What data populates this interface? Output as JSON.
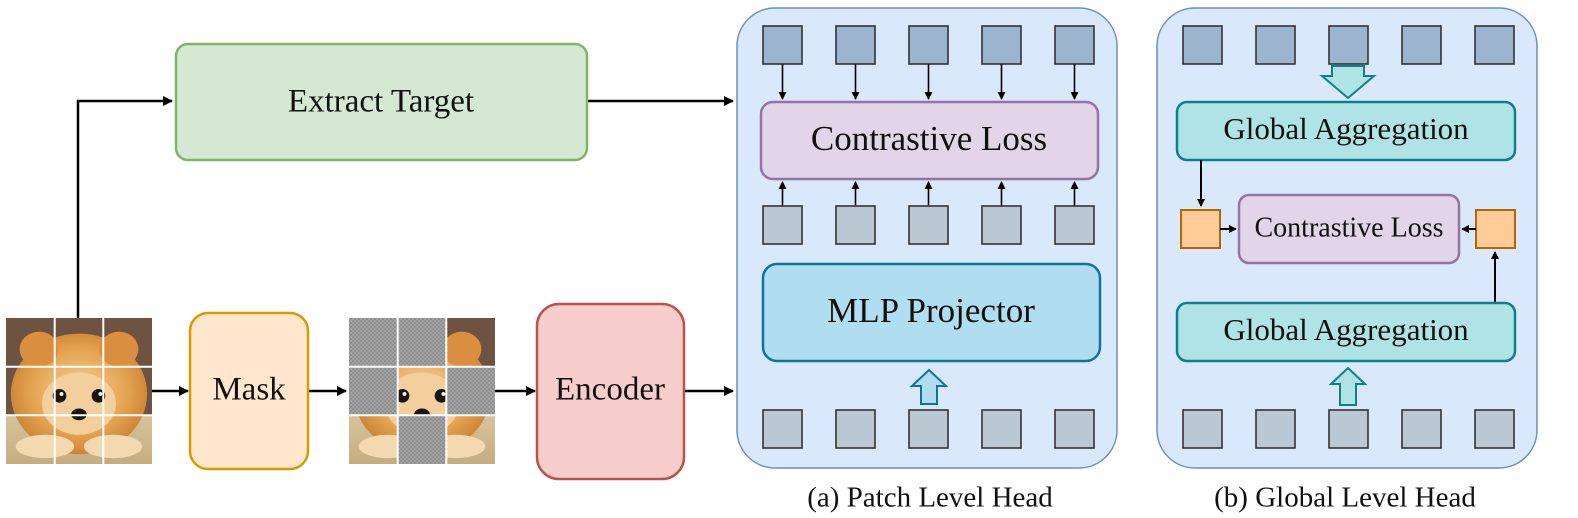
{
  "boxes": {
    "extract_target": "Extract Target",
    "mask": "Mask",
    "encoder": "Encoder",
    "patch_contrastive_loss": "Contrastive Loss",
    "mlp_projector": "MLP Projector",
    "global_aggregation_top": "Global Aggregation",
    "global_contrastive_loss": "Contrastive Loss",
    "global_aggregation_bottom": "Global Aggregation"
  },
  "captions": {
    "patch_head": "(a) Patch Level Head",
    "global_head": "(b) Global Level Head"
  },
  "input_image": {
    "subject": "pomeranian puppy face",
    "grid": "3x3"
  },
  "masked_patches": [
    [
      true,
      true,
      false
    ],
    [
      true,
      false,
      true
    ],
    [
      false,
      true,
      false
    ]
  ],
  "colors": {
    "extract_fill": "#d5e8d4",
    "extract_stroke": "#82b366",
    "mask_fill": "#ffe6cc",
    "mask_stroke": "#d79b00",
    "encoder_fill": "#f8cecc",
    "encoder_stroke": "#b85450",
    "panel_fill": "#dae8fc",
    "panel_stroke": "#6c8ebf",
    "loss_fill": "#e1d5e7",
    "loss_stroke": "#9673a6",
    "mlp_fill": "#b1ddf0",
    "mlp_stroke": "#10739e",
    "agg_fill": "#b0e3e6",
    "agg_stroke": "#0e8088",
    "target_token": "#9db4cf",
    "feature_token": "#bac8d3",
    "global_token_fill": "#ffcc99",
    "global_token_stroke": "#b46504",
    "masked_patch": "#a0a0a0"
  }
}
